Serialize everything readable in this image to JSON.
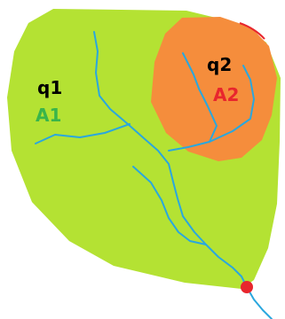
{
  "areas": [
    {
      "id": "whole",
      "discharge_label": "q1",
      "area_label": "A1",
      "fill": "#b4e233",
      "area_label_color": "#3ab54a"
    },
    {
      "id": "sub",
      "discharge_label": "q2",
      "area_label": "A2",
      "fill": "#f58d3c",
      "area_label_color": "#e8262d"
    }
  ],
  "colors": {
    "river": "#2aa7de",
    "outlet": "#e8262d",
    "discharge_label": "#000000",
    "outline_accent": "#e8262d"
  }
}
